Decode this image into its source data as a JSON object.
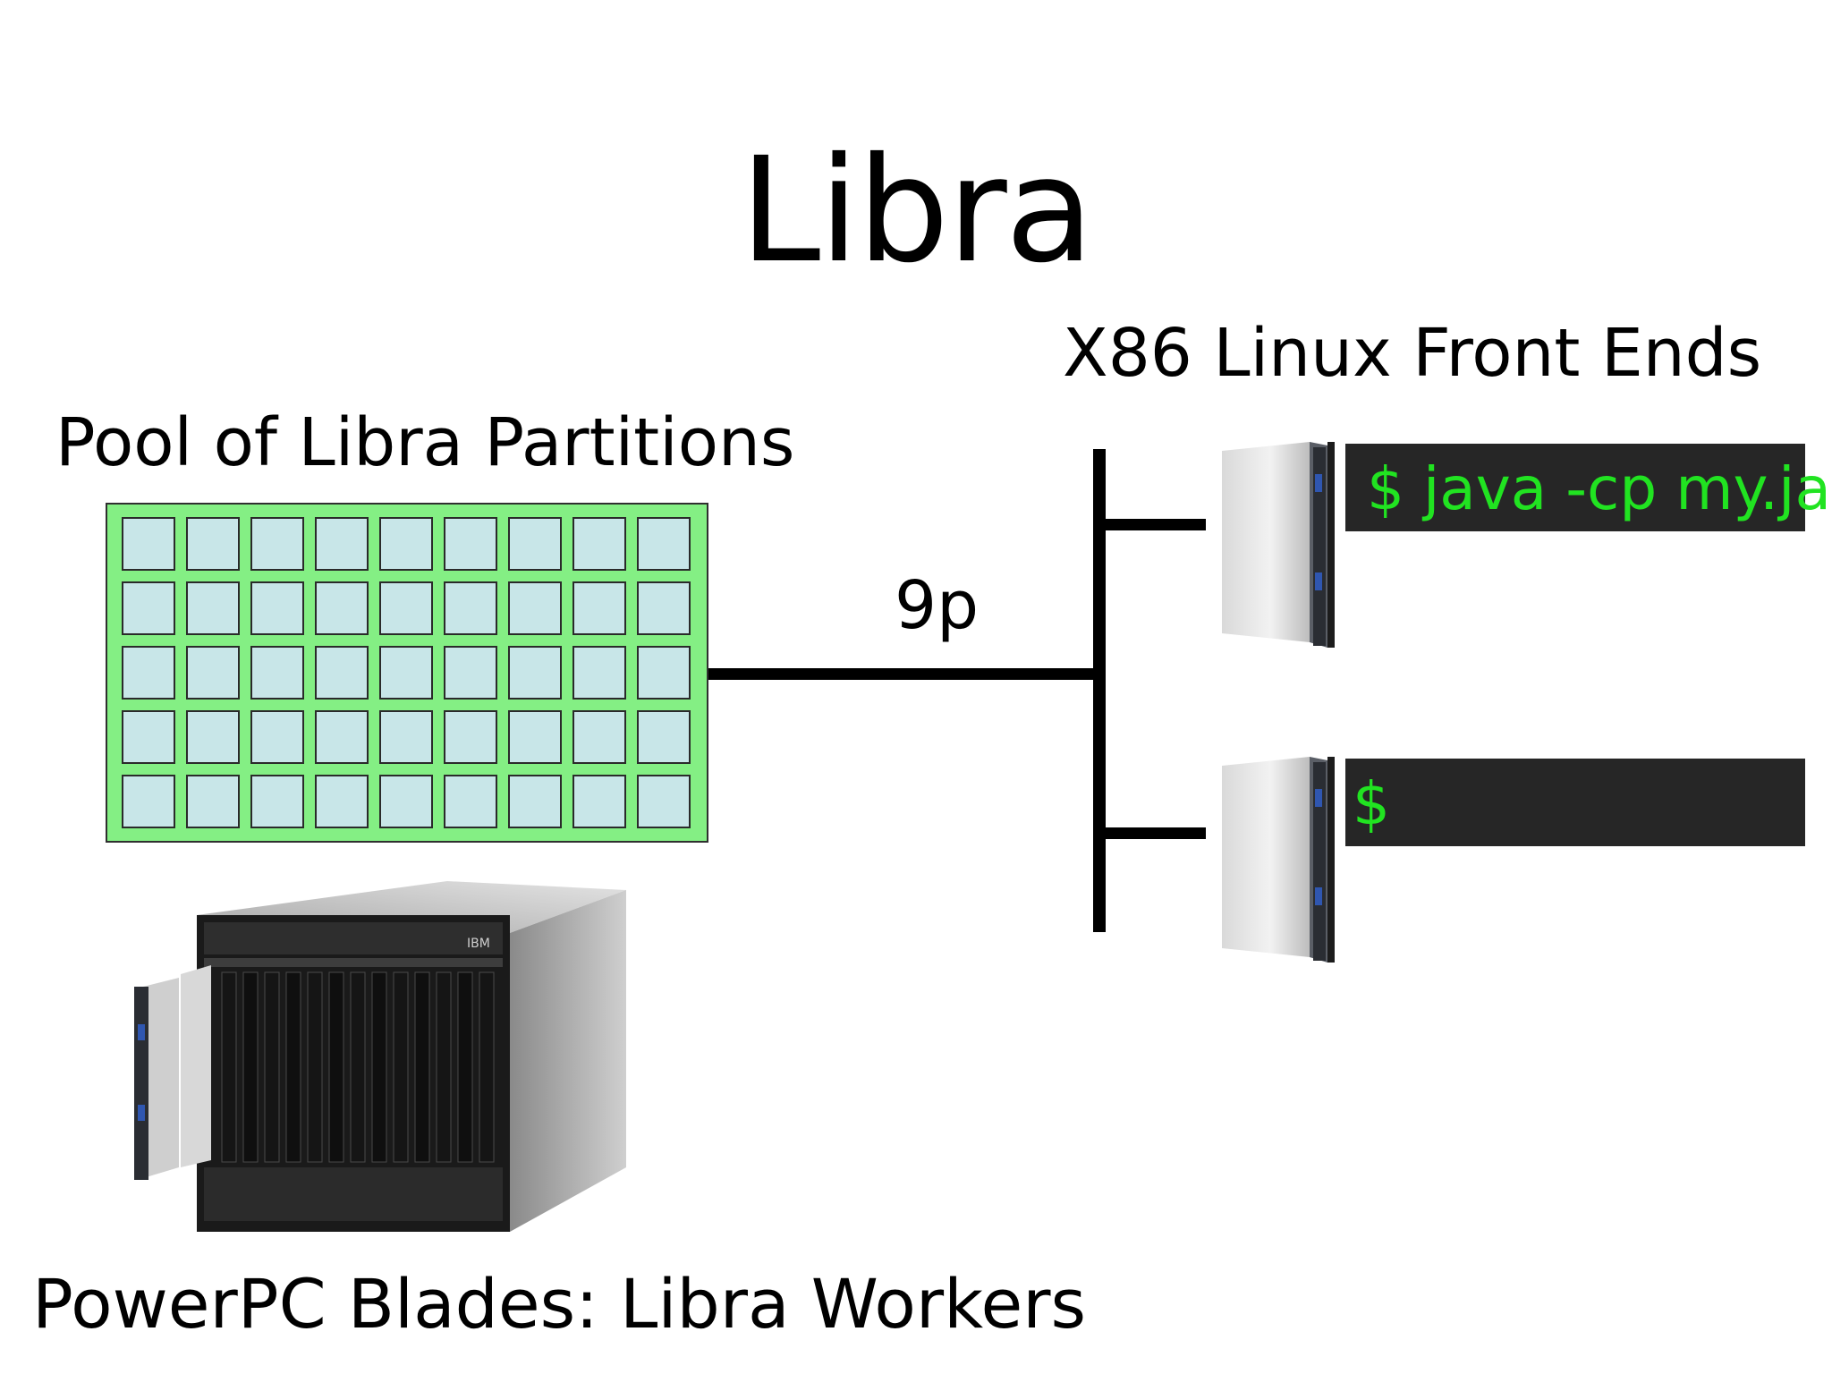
{
  "slide": {
    "title": "Libra"
  },
  "pool": {
    "label": "Pool of Libra Partitions",
    "rows": 5,
    "columns": 9,
    "colors": {
      "fill": "#84ef84",
      "cell": "#c8e6e8",
      "border": "#2a2a2a"
    }
  },
  "link": {
    "label": "9p"
  },
  "front_ends": {
    "label": "X86 Linux Front Ends",
    "terminals": [
      {
        "text": "$ java -cp my.jar"
      },
      {
        "text": "$"
      }
    ],
    "terminal_colors": {
      "background": "#262626",
      "text": "#21e321"
    }
  },
  "workers": {
    "label": "PowerPC Blades: Libra Workers",
    "chassis_brand": "IBM"
  },
  "icons": [
    "blade-server-icon",
    "blade-chassis-icon"
  ]
}
